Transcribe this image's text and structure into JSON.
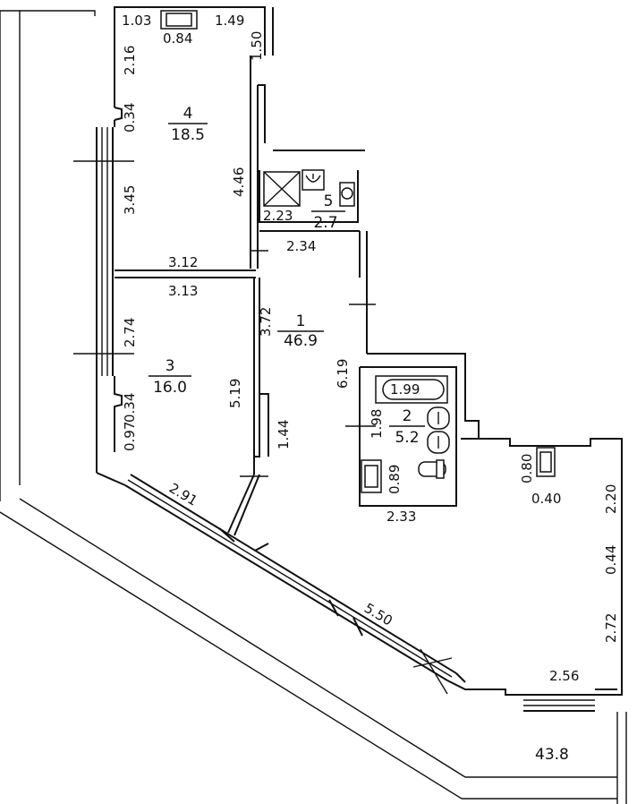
{
  "rooms": [
    {
      "id": "4",
      "area": "18.5"
    },
    {
      "id": "5",
      "area": "2.7"
    },
    {
      "id": "1",
      "area": "46.9"
    },
    {
      "id": "3",
      "area": "16.0"
    },
    {
      "id": "2",
      "area": "5.2"
    }
  ],
  "balcony_area": "43.8",
  "dimensions": {
    "d_103": "1.03",
    "d_084": "0.84",
    "d_149": "1.49",
    "d_150": "1.50",
    "d_216": "2.16",
    "d_034_top": "0.34",
    "d_345": "3.45",
    "d_446": "4.46",
    "d_223": "2.23",
    "d_234": "2.34",
    "d_312": "3.12",
    "d_313": "3.13",
    "d_372": "3.72",
    "d_274": "2.74",
    "d_034_mid": "0.34",
    "d_097": "0.97",
    "d_519": "5.19",
    "d_144": "1.44",
    "d_619": "6.19",
    "d_199": "1.99",
    "d_198": "1.98",
    "d_089": "0.89",
    "d_233": "2.33",
    "d_291": "2.91",
    "d_550": "5.50",
    "d_080": "0.80",
    "d_040": "0.40",
    "d_220": "2.20",
    "d_044": "0.44",
    "d_272": "2.72",
    "d_256": "2.56"
  },
  "fixtures": [
    "window-icon",
    "shower-icon",
    "toilet-icon",
    "sink-icon",
    "bathtub-icon",
    "washbasin-icon",
    "radiator-icon"
  ]
}
